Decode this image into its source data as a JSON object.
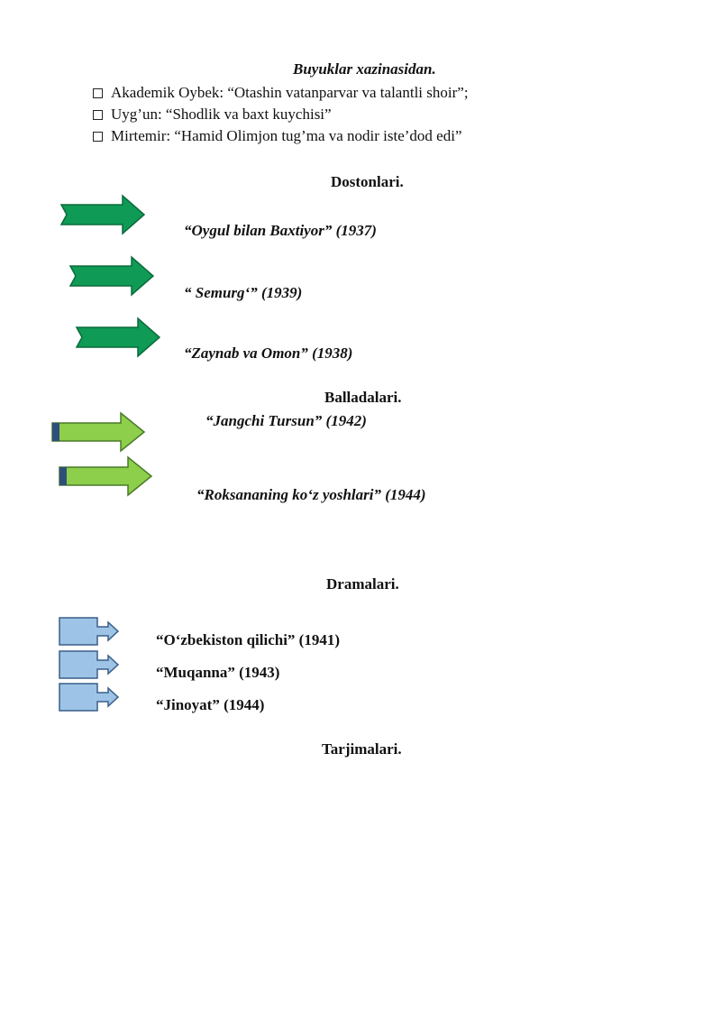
{
  "colors": {
    "dark_green": "#0f9a55",
    "dark_green_edge": "#0b6b3b",
    "light_green": "#8dcf4a",
    "light_green_edge": "#4a7a2a",
    "light_green_cap": "#2f4f7a",
    "blue": "#9dc3e6",
    "blue_edge": "#3a5f8a"
  },
  "title": "Buyuklar  xazinasidan.",
  "quotes": [
    {
      "text": "Akademik Oybek: “Otashin vatanparvar va talantli shoir”;"
    },
    {
      "text": "Uyg’un:  “Shodlik va baxt kuychisi”"
    },
    {
      "text": "Mirtemir:  “Hamid Olimjon tug’ma va nodir iste’dod edi”"
    }
  ],
  "dostonlari": {
    "heading": "Dostonlari.",
    "items": [
      {
        "text": "“Oygul bilan Baxtiyor” (1937)"
      },
      {
        "text": "“ Semurg‘” (1939)"
      },
      {
        "text": "“Zaynab va Omon” (1938)"
      }
    ]
  },
  "balladalari": {
    "heading": "Balladalari.",
    "items": [
      {
        "text": "“Jangchi Tursun” (1942)"
      },
      {
        "text": "“Roksananing ko‘z yoshlari” (1944)"
      }
    ]
  },
  "dramalari": {
    "heading": "Dramalari.",
    "items": [
      {
        "text": "“O‘zbekiston qilichi”  (1941)"
      },
      {
        "text": "“Muqanna” (1943)"
      },
      {
        "text": "“Jinoyat” (1944)"
      }
    ]
  },
  "tarjimalari": {
    "heading": "Tarjimalari."
  }
}
